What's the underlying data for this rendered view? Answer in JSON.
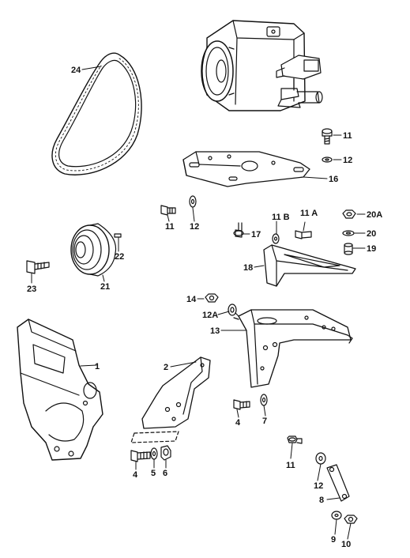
{
  "diagram": {
    "callouts": [
      {
        "id": "24",
        "label": "24"
      },
      {
        "id": "11-top",
        "label": "11"
      },
      {
        "id": "12-top",
        "label": "12"
      },
      {
        "id": "16",
        "label": "16"
      },
      {
        "id": "11-mid",
        "label": "11"
      },
      {
        "id": "12-mid",
        "label": "12"
      },
      {
        "id": "11b",
        "label": "11 B"
      },
      {
        "id": "11a",
        "label": "11 A"
      },
      {
        "id": "20a",
        "label": "20A"
      },
      {
        "id": "17",
        "label": "17"
      },
      {
        "id": "20",
        "label": "20"
      },
      {
        "id": "19",
        "label": "19"
      },
      {
        "id": "22",
        "label": "22"
      },
      {
        "id": "23",
        "label": "23"
      },
      {
        "id": "21",
        "label": "21"
      },
      {
        "id": "18",
        "label": "18"
      },
      {
        "id": "14",
        "label": "14"
      },
      {
        "id": "12a",
        "label": "12A"
      },
      {
        "id": "13",
        "label": "13"
      },
      {
        "id": "1",
        "label": "1"
      },
      {
        "id": "2",
        "label": "2"
      },
      {
        "id": "4-right",
        "label": "4"
      },
      {
        "id": "7",
        "label": "7"
      },
      {
        "id": "4-left",
        "label": "4"
      },
      {
        "id": "5",
        "label": "5"
      },
      {
        "id": "6",
        "label": "6"
      },
      {
        "id": "11-low",
        "label": "11"
      },
      {
        "id": "12-low",
        "label": "12"
      },
      {
        "id": "8",
        "label": "8"
      },
      {
        "id": "9",
        "label": "9"
      },
      {
        "id": "10",
        "label": "10"
      }
    ]
  }
}
